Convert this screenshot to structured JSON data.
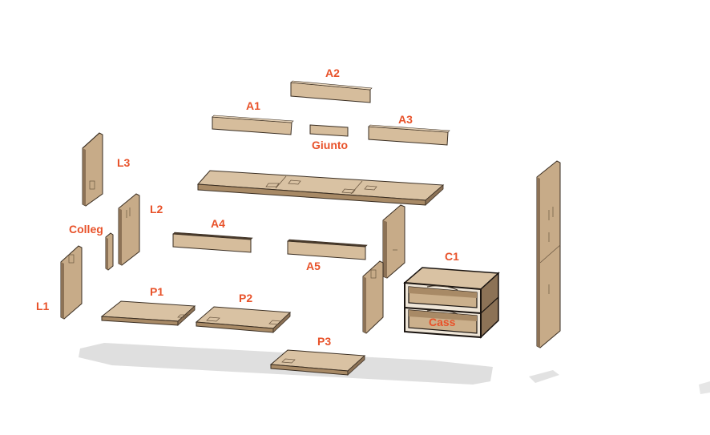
{
  "diagram": {
    "label_color": "#e8522a",
    "wood_top": "#d6bd9c",
    "wood_side": "#8c7256",
    "wood_front": "#b79b78",
    "edge_color": "#3a2e22",
    "shadow_color": "#d9d9d9",
    "parts": {
      "A1": "A1",
      "A2": "A2",
      "A3": "A3",
      "A4": "A4",
      "A5": "A5",
      "giunto": "Giunto",
      "L1": "L1",
      "L2": "L2",
      "L3": "L3",
      "colleg": "Colleg",
      "P1": "P1",
      "P2": "P2",
      "P3": "P3",
      "C1": "C1",
      "cass": "Cass"
    }
  }
}
